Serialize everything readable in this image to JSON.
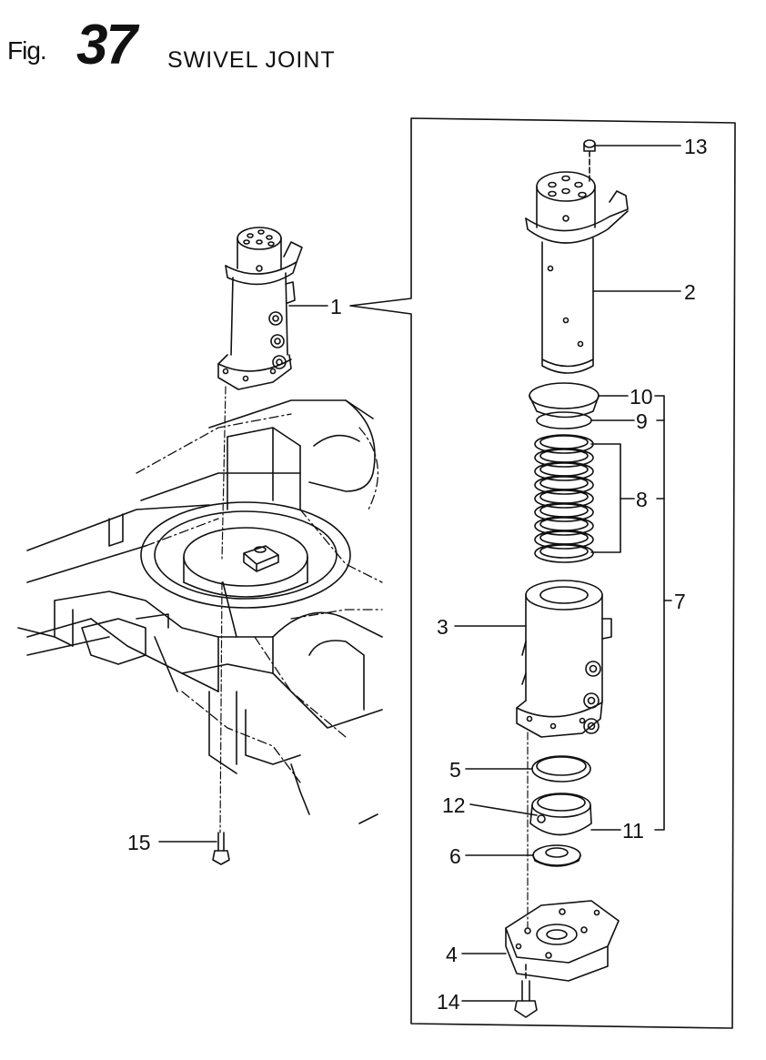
{
  "figure": {
    "prefix": "Fig.",
    "number": "37",
    "title": "SWIVEL JOINT"
  },
  "callouts": [
    "1",
    "2",
    "3",
    "4",
    "5",
    "6",
    "7",
    "8",
    "9",
    "10",
    "11",
    "12",
    "13",
    "14",
    "15"
  ]
}
